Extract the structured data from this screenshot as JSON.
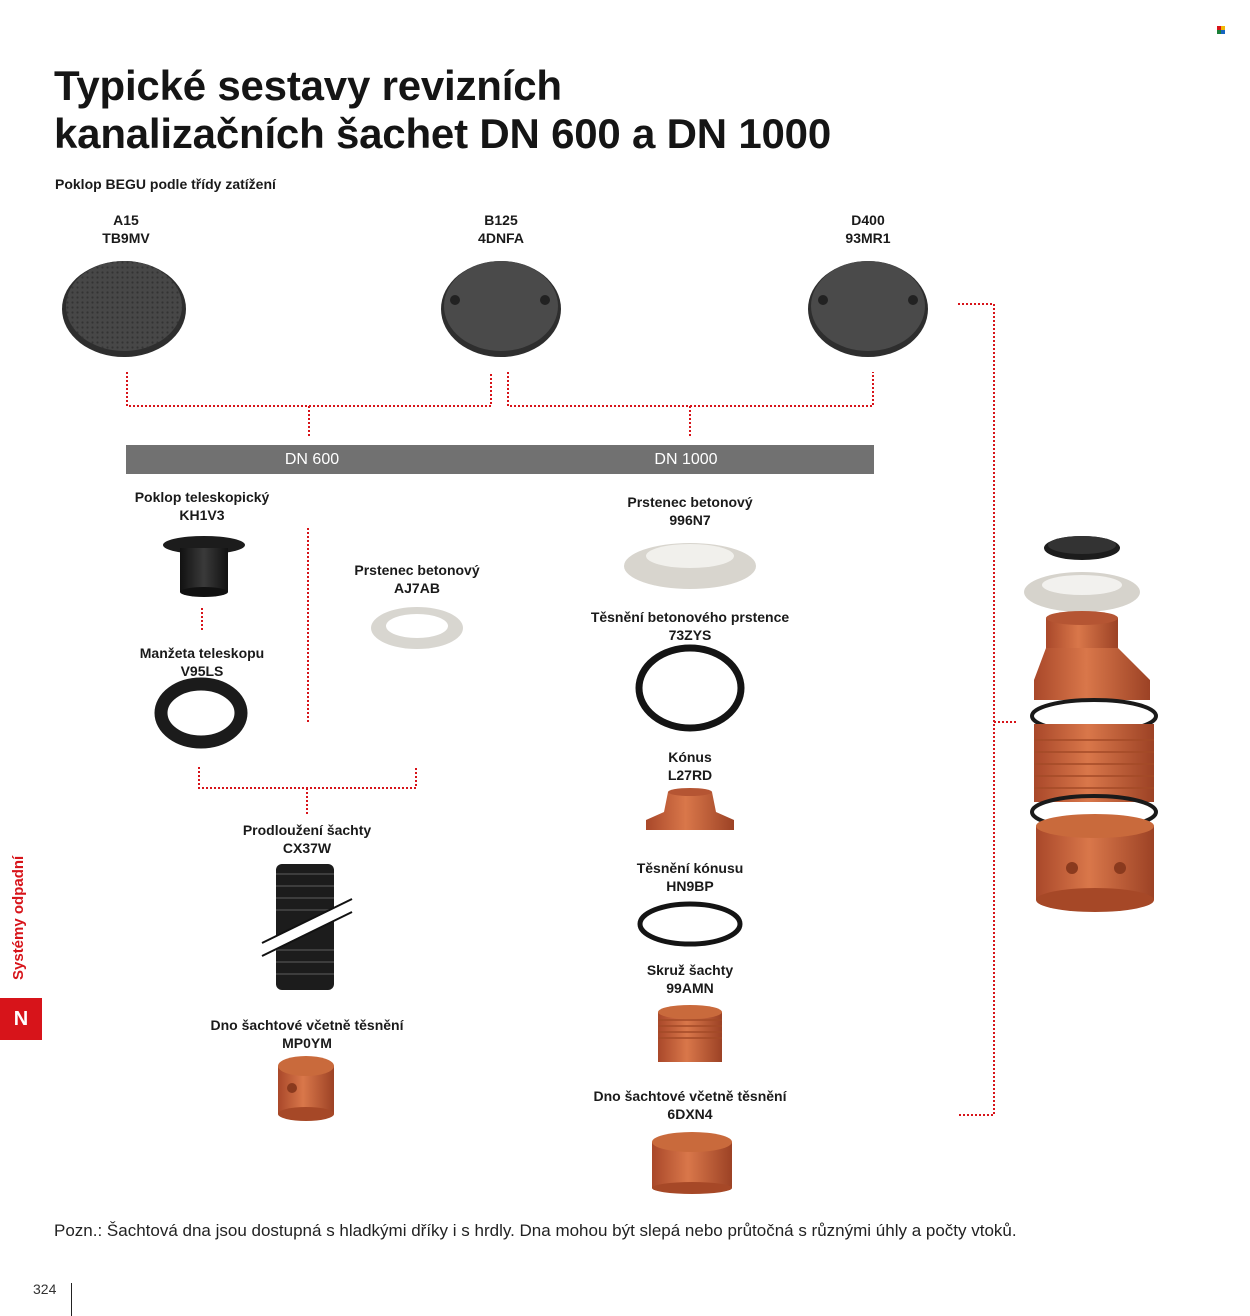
{
  "title": {
    "line1": "Typické sestavy revizních",
    "line2": "kanalizačních šachet DN 600 a DN 1000"
  },
  "subtitle": "Poklop BEGU podle třídy zatížení",
  "covers": [
    {
      "class": "A15",
      "code": "TB9MV"
    },
    {
      "class": "B125",
      "code": "4DNFA"
    },
    {
      "class": "D400",
      "code": "93MR1"
    }
  ],
  "bar": {
    "left_label": "DN 600",
    "right_label": "DN 1000"
  },
  "dn600": {
    "telescopic_cover": {
      "name": "Poklop teleskopický",
      "code": "KH1V3"
    },
    "telescope_sleeve": {
      "name": "Manžeta teleskopu",
      "code": "V95LS"
    },
    "concrete_ring": {
      "name": "Prstenec betonový",
      "code": "AJ7AB"
    },
    "extension": {
      "name": "Prodloužení šachty",
      "code": "CX37W"
    },
    "base": {
      "name": "Dno šachtové včetně těsnění",
      "code": "MP0YM"
    }
  },
  "dn1000": {
    "concrete_ring": {
      "name": "Prstenec betonový",
      "code": "996N7"
    },
    "ring_seal": {
      "name": "Těsnění betonového prstence",
      "code": "73ZYS"
    },
    "cone": {
      "name": "Kónus",
      "code": "L27RD"
    },
    "cone_seal": {
      "name": "Těsnění kónusu",
      "code": "HN9BP"
    },
    "shaft_ring": {
      "name": "Skruž šachty",
      "code": "99AMN"
    },
    "base": {
      "name": "Dno šachtové včetně těsnění",
      "code": "6DXN4"
    }
  },
  "side_tab": {
    "letter": "N",
    "section": "Systémy odpadní"
  },
  "note": "Pozn.: Šachtová dna jsou dostupná s hladkými dříky i s hrdly. Dna mohou být slepá nebo průtočná s různými úhly a počty vtoků.",
  "page_number": "324",
  "colors": {
    "accent": "#d7141a",
    "bar": "#717171",
    "pvc_orange": "#c9673d",
    "cover_dark": "#3a3a3a",
    "concrete": "#d6d3cc"
  }
}
